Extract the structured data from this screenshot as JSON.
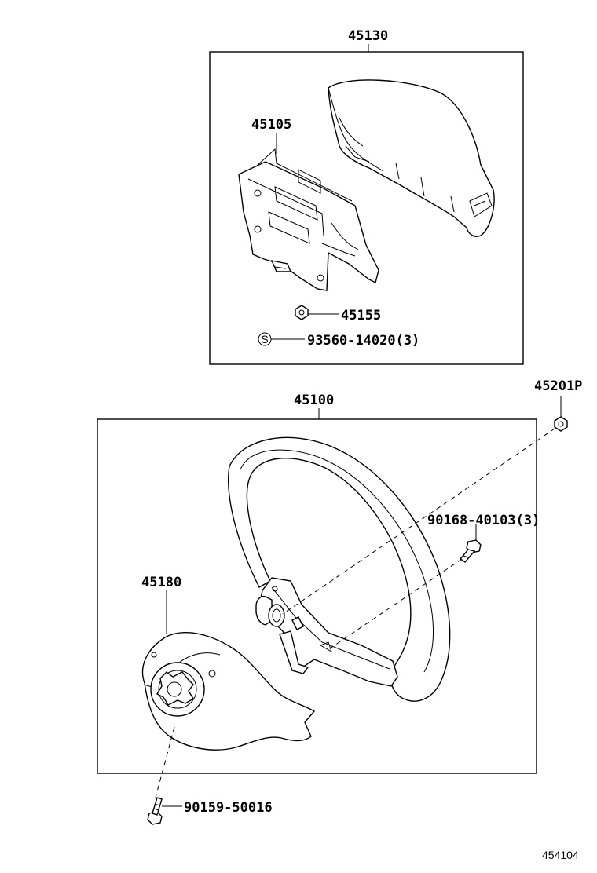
{
  "upper_group": {
    "part_number": "45130",
    "items": [
      {
        "part_number": "45105"
      },
      {
        "part_number": "45155"
      },
      {
        "symbol": "S",
        "part_number": "93560-14020",
        "qty": "(3)"
      }
    ]
  },
  "lower_group": {
    "part_number": "45100",
    "items": [
      {
        "part_number": "45180"
      },
      {
        "part_number": "90168-40103",
        "qty": "(3)"
      }
    ]
  },
  "external_parts": [
    {
      "part_number": "45201P"
    },
    {
      "part_number": "90159-50016"
    }
  ],
  "figure_id": "454104"
}
